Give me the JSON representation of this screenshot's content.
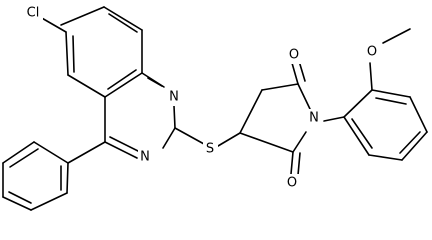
{
  "atoms": {
    "cl": "Cl",
    "n_upper": "N",
    "n_lower": "N",
    "s": "S",
    "o_top": "O",
    "o_bottom": "O",
    "n_imide": "N",
    "o_methoxy": "O"
  }
}
